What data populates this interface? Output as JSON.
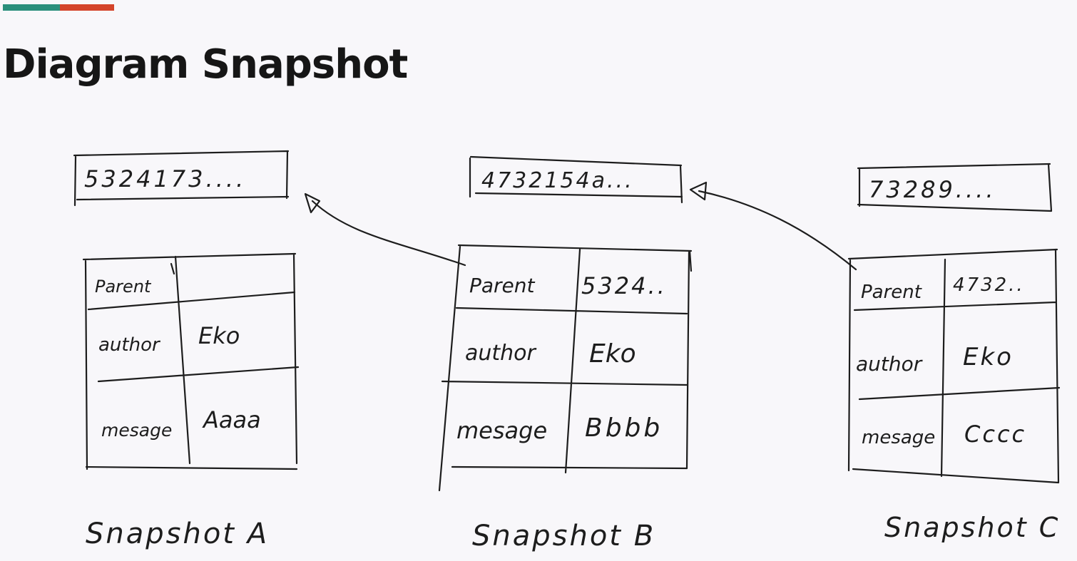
{
  "header": {
    "title": "Diagram Snapshot",
    "accent_colors": [
      "#2a8f7c",
      "#d4442a"
    ]
  },
  "snapshots": [
    {
      "hash": "5324173....",
      "rows": [
        {
          "key": "Parent",
          "value": ""
        },
        {
          "key": "author",
          "value": "Eko"
        },
        {
          "key": "mesage",
          "value": "Aaaa"
        }
      ],
      "label": "Snapshot A"
    },
    {
      "hash": "4732154a...",
      "rows": [
        {
          "key": "Parent",
          "value": "5324.."
        },
        {
          "key": "author",
          "value": "Eko"
        },
        {
          "key": "mesage",
          "value": "Bbbb"
        }
      ],
      "label": "Snapshot B"
    },
    {
      "hash": "73289....",
      "rows": [
        {
          "key": "Parent",
          "value": "4732.."
        },
        {
          "key": "author",
          "value": "Eko"
        },
        {
          "key": "mesage",
          "value": "Cccc"
        }
      ],
      "label": "Snapshot C"
    }
  ]
}
